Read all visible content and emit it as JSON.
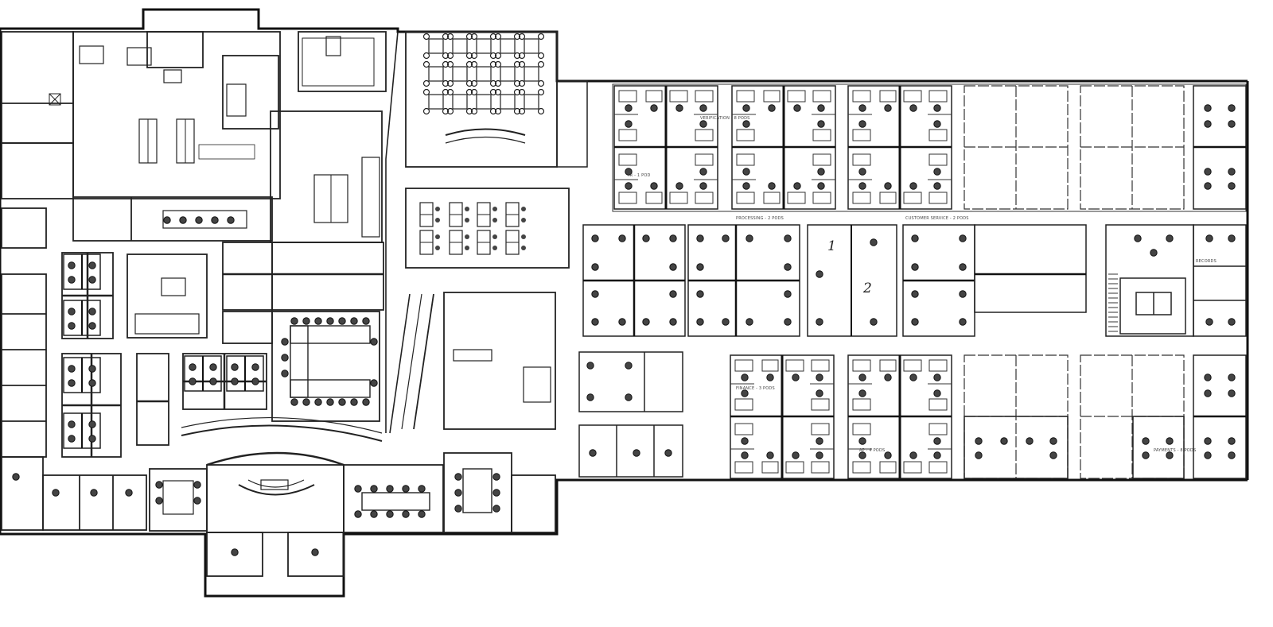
{
  "plan": {
    "labels": {
      "verification": "VERIFICATION - 8 PODS",
      "ir": "IR - 1 POD",
      "processing": "PROCESSING - 2 PODS",
      "customer_service": "CUSTOMER SERVICE - 2 PODS",
      "finance": "FINANCE - 3 PODS",
      "ap": "AP - 4 PODS",
      "payment": "PAYMENTS - 8 PODS",
      "records": "RECORDS"
    },
    "hand_marks": [
      "1",
      "2"
    ]
  }
}
